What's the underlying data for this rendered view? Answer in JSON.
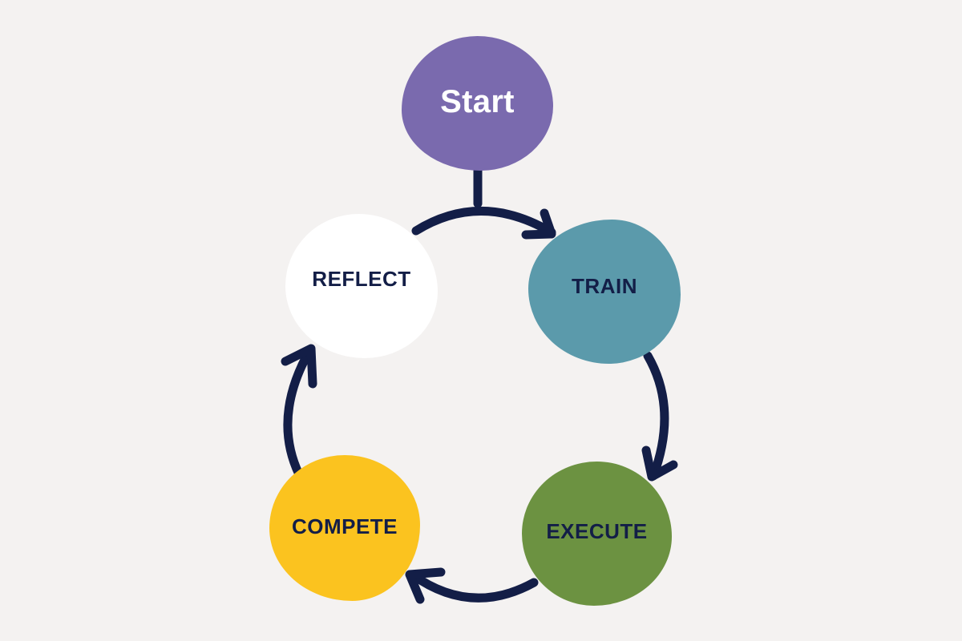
{
  "diagram": {
    "type": "cycle-flow",
    "background": "#f4f2f1",
    "arrow_color": "#131e47",
    "nodes": [
      {
        "id": "start",
        "label": "Start",
        "fill": "#7a6aae",
        "text_color": "#ffffff"
      },
      {
        "id": "train",
        "label": "TRAIN",
        "fill": "#5b9aab",
        "text_color": "#131e47"
      },
      {
        "id": "execute",
        "label": "EXECUTE",
        "fill": "#6c9241",
        "text_color": "#131e47"
      },
      {
        "id": "compete",
        "label": "COMPETE",
        "fill": "#fbc31f",
        "text_color": "#131e47"
      },
      {
        "id": "reflect",
        "label": "REFLECT",
        "fill": "#ffffff",
        "text_color": "#131e47"
      }
    ],
    "edges": [
      {
        "from": "start",
        "to": "train"
      },
      {
        "from": "reflect",
        "to": "train"
      },
      {
        "from": "train",
        "to": "execute"
      },
      {
        "from": "execute",
        "to": "compete"
      },
      {
        "from": "compete",
        "to": "reflect"
      }
    ]
  }
}
